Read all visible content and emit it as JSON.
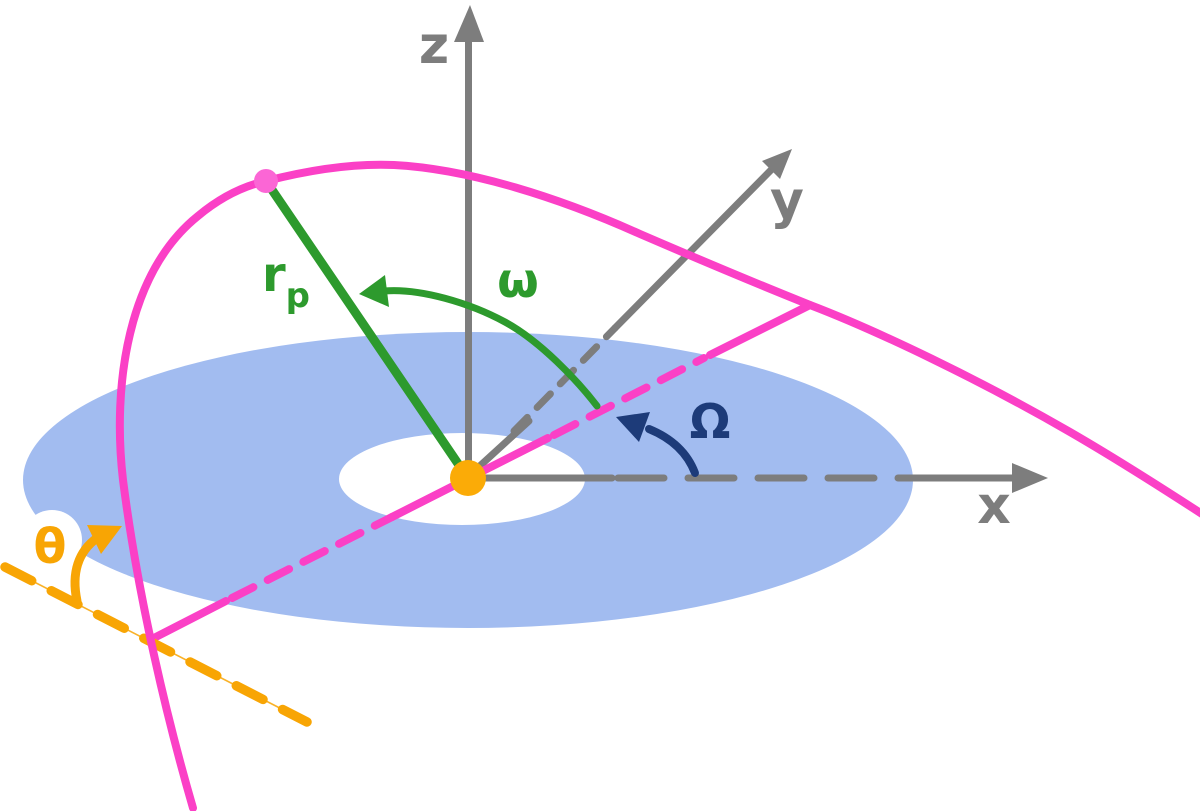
{
  "diagram": {
    "title": "orbital-elements-diagram",
    "labels": {
      "z_axis": "z",
      "y_axis": "y",
      "x_axis": "x",
      "omega_arg_periapsis": "ω",
      "Omega_ascending_node": "Ω",
      "theta_angle": "θ",
      "periapsis_radius": "r",
      "periapsis_radius_sub": "p"
    },
    "colors": {
      "background": "#ffffff",
      "disk": "#a2bcf0",
      "axis_gray": "#7d7d7d",
      "pink": "#fb40c6",
      "pink_dot": "#fb66d5",
      "green": "#2d9a2d",
      "navy": "#1d3b79",
      "orange": "#f8a504",
      "origin_dot": "#fbab07"
    }
  }
}
